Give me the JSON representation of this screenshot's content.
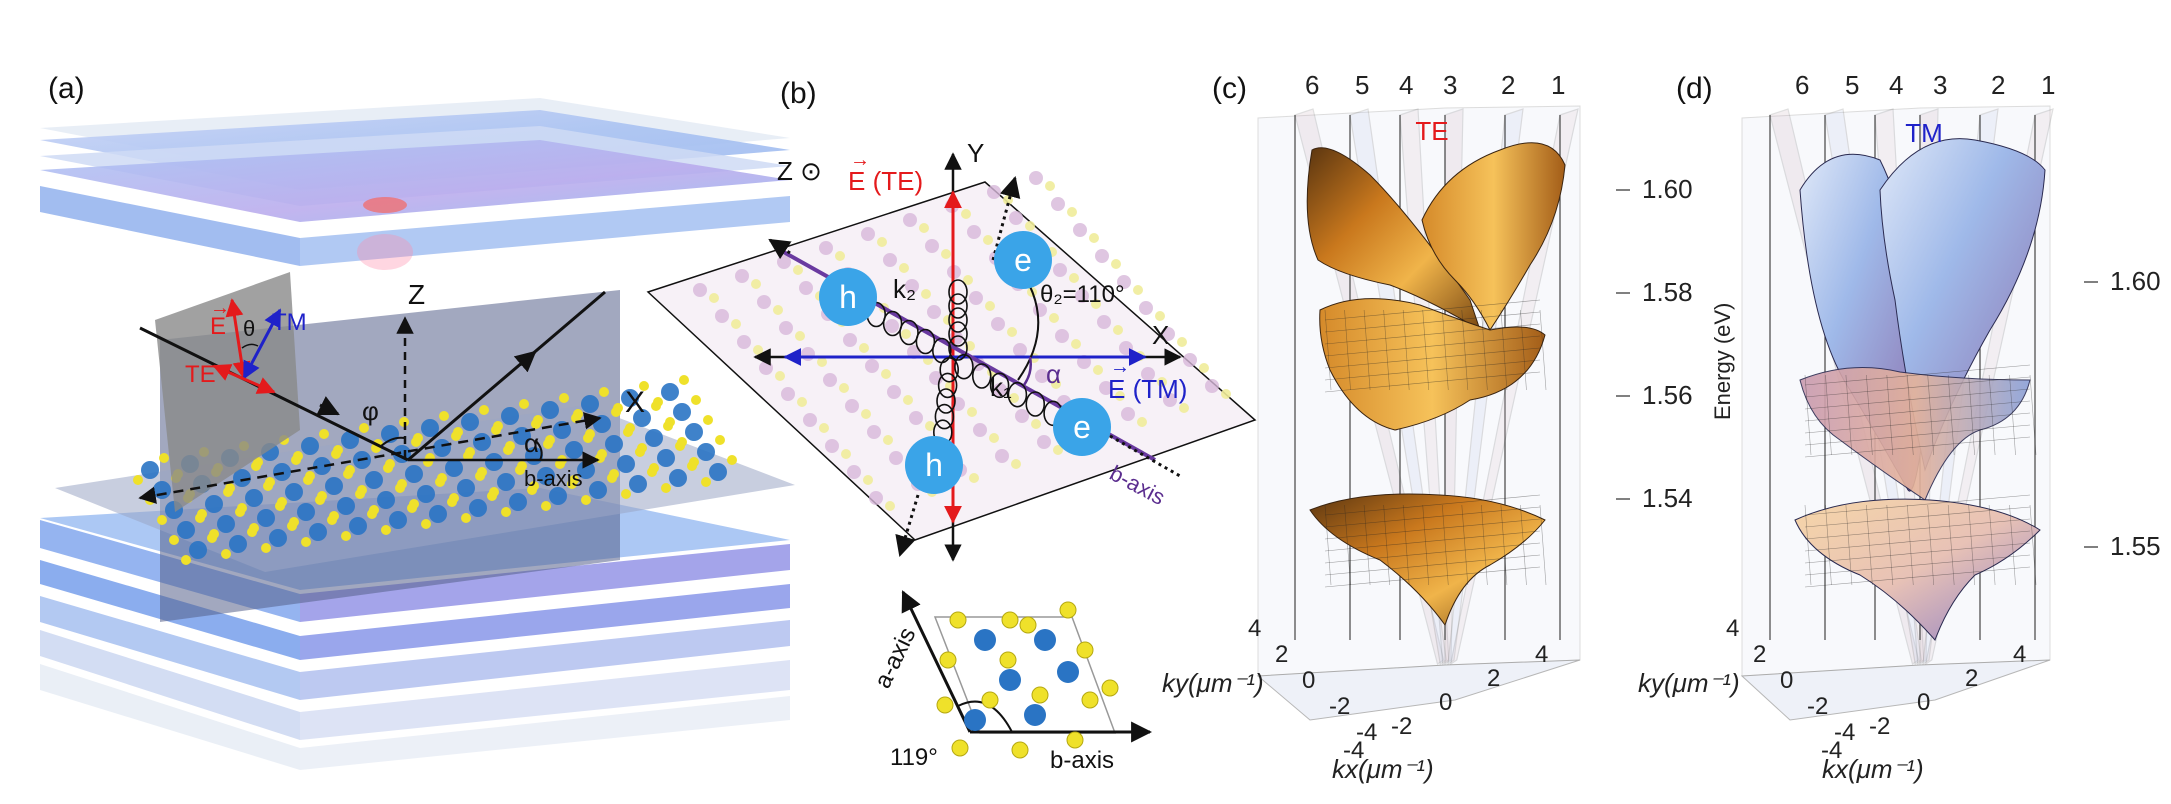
{
  "colors": {
    "te_red": "#e41a1c",
    "tm_blue": "#1f22c9",
    "b_axis_purple": "#5b2d8f",
    "bubble_blue": "#3aa4e8",
    "surface_orange": "#e0952a",
    "surface_blue": "#9cb8e6",
    "atom_yellow": "#efe12a",
    "atom_blue": "#2a74c4"
  },
  "panel_a": {
    "label": "(a)",
    "e_field": "E",
    "theta": "θ",
    "tm": "TM",
    "te": "TE",
    "z": "Z",
    "phi": "φ",
    "x": "X",
    "alpha": "α",
    "b_axis": "b-axis"
  },
  "panel_b": {
    "label": "(b)",
    "z_out": "Z ⊙",
    "e_te": "E (TE)",
    "y": "Y",
    "x": "X",
    "e_tm": "E (TM)",
    "theta2": "θ₂=110°",
    "k2": "k₂",
    "k1": "k₁",
    "alpha": "α",
    "b_axis": "b-axis",
    "h": "h",
    "e": "e",
    "inset": {
      "a_axis": "a-axis",
      "b_axis": "b-axis",
      "angle": "119°"
    }
  },
  "panel_c": {
    "label": "(c)",
    "mode": "TE",
    "plane_numbers": [
      "6",
      "5",
      "4",
      "3",
      "2",
      "1"
    ],
    "energy_ticks": [
      "1.60",
      "1.58",
      "1.56",
      "1.54"
    ],
    "kx_label": "kx(μm⁻¹)",
    "ky_label": "ky(μm⁻¹)",
    "kx_ticks": [
      "-4",
      "-2",
      "0",
      "2",
      "4"
    ],
    "ky_ticks": [
      "4",
      "2",
      "0",
      "-2",
      "-4"
    ]
  },
  "panel_d": {
    "label": "(d)",
    "mode": "TM",
    "plane_numbers": [
      "6",
      "5",
      "4",
      "3",
      "2",
      "1"
    ],
    "energy_ticks": [
      "1.60",
      "1.55"
    ],
    "energy_label": "Energy (eV)",
    "kx_label": "kx(μm⁻¹)",
    "ky_label": "ky(μm⁻¹)",
    "kx_ticks": [
      "-4",
      "-2",
      "0",
      "2",
      "4"
    ],
    "ky_ticks": [
      "4",
      "2",
      "0",
      "-2",
      "-4"
    ]
  }
}
